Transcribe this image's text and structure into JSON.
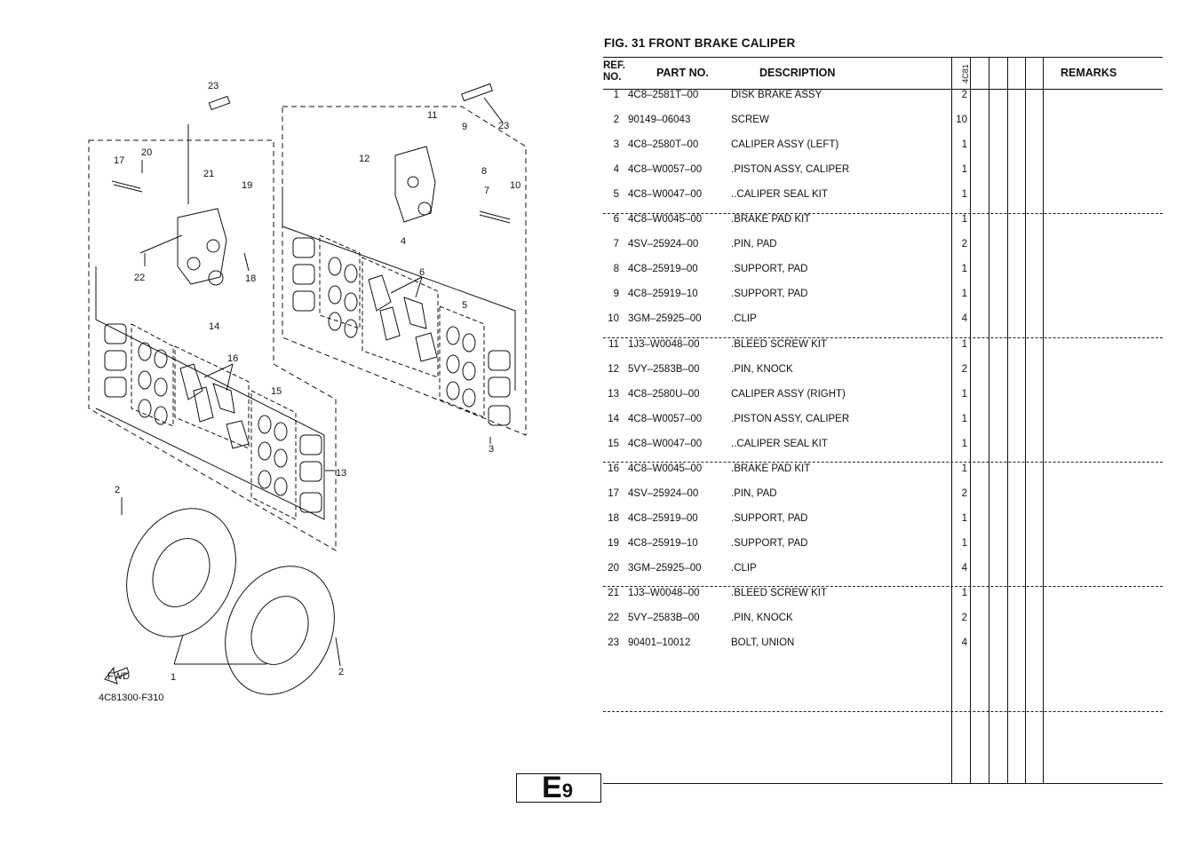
{
  "figure": {
    "title": "FIG.  31   FRONT BRAKE CALIPER",
    "code": "4C81300-F310",
    "fwd_label": "FWD",
    "callouts": [
      "1",
      "2",
      "2",
      "3",
      "4",
      "5",
      "6",
      "7",
      "8",
      "9",
      "10",
      "11",
      "12",
      "13",
      "14",
      "15",
      "16",
      "17",
      "18",
      "19",
      "20",
      "21",
      "22",
      "23",
      "23"
    ]
  },
  "table": {
    "headers": {
      "ref": "REF.\nNO.",
      "part": "PART NO.",
      "desc": "DESCRIPTION",
      "model": "4C81",
      "remarks": "REMARKS"
    },
    "rows": [
      {
        "ref": "1",
        "part": "4C8–2581T–00",
        "desc": "DISK BRAKE ASSY",
        "qty": "2"
      },
      {
        "ref": "2",
        "part": "90149–06043",
        "desc": "SCREW",
        "qty": "10"
      },
      {
        "ref": "3",
        "part": "4C8–2580T–00",
        "desc": "CALIPER ASSY (LEFT)",
        "qty": "1"
      },
      {
        "ref": "4",
        "part": "4C8–W0057–00",
        "desc": ".PISTON ASSY, CALIPER",
        "qty": "1"
      },
      {
        "ref": "5",
        "part": "4C8–W0047–00",
        "desc": "..CALIPER SEAL KIT",
        "qty": "1"
      },
      {
        "ref": "6",
        "part": "4C8–W0045–00",
        "desc": ".BRAKE PAD KIT",
        "qty": "1"
      },
      {
        "ref": "7",
        "part": "4SV–25924–00",
        "desc": ".PIN, PAD",
        "qty": "2"
      },
      {
        "ref": "8",
        "part": "4C8–25919–00",
        "desc": ".SUPPORT, PAD",
        "qty": "1"
      },
      {
        "ref": "9",
        "part": "4C8–25919–10",
        "desc": ".SUPPORT, PAD",
        "qty": "1"
      },
      {
        "ref": "10",
        "part": "3GM–25925–00",
        "desc": ".CLIP",
        "qty": "4"
      },
      {
        "ref": "11",
        "part": "1J3–W0048–00",
        "desc": ".BLEED SCREW KIT",
        "qty": "1"
      },
      {
        "ref": "12",
        "part": "5VY–2583B–00",
        "desc": ".PIN, KNOCK",
        "qty": "2"
      },
      {
        "ref": "13",
        "part": "4C8–2580U–00",
        "desc": "CALIPER ASSY (RIGHT)",
        "qty": "1"
      },
      {
        "ref": "14",
        "part": "4C8–W0057–00",
        "desc": ".PISTON ASSY, CALIPER",
        "qty": "1"
      },
      {
        "ref": "15",
        "part": "4C8–W0047–00",
        "desc": "..CALIPER SEAL KIT",
        "qty": "1"
      },
      {
        "ref": "16",
        "part": "4C8–W0045–00",
        "desc": ".BRAKE PAD KIT",
        "qty": "1"
      },
      {
        "ref": "17",
        "part": "4SV–25924–00",
        "desc": ".PIN, PAD",
        "qty": "2"
      },
      {
        "ref": "18",
        "part": "4C8–25919–00",
        "desc": ".SUPPORT, PAD",
        "qty": "1"
      },
      {
        "ref": "19",
        "part": "4C8–25919–10",
        "desc": ".SUPPORT, PAD",
        "qty": "1"
      },
      {
        "ref": "20",
        "part": "3GM–25925–00",
        "desc": ".CLIP",
        "qty": "4"
      },
      {
        "ref": "21",
        "part": "1J3–W0048–00",
        "desc": ".BLEED SCREW KIT",
        "qty": "1"
      },
      {
        "ref": "22",
        "part": "5VY–2583B–00",
        "desc": ".PIN, KNOCK",
        "qty": "2"
      },
      {
        "ref": "23",
        "part": "90401–10012",
        "desc": "BOLT, UNION",
        "qty": "4"
      }
    ]
  },
  "page_marker": {
    "letter": "E",
    "number": "9"
  }
}
